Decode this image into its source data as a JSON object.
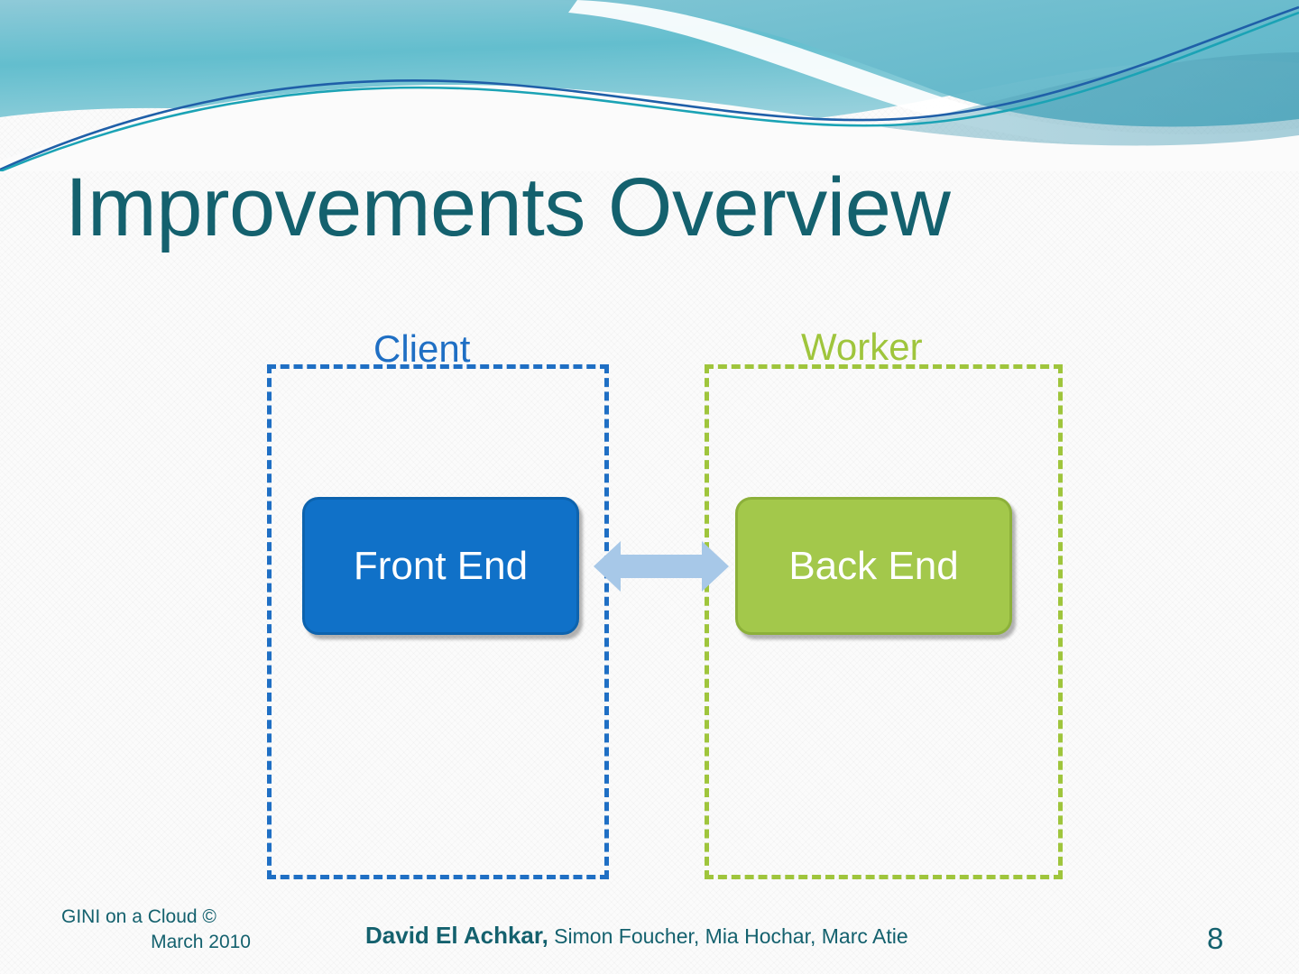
{
  "slide": {
    "title": "Improvements Overview",
    "page_number": "8",
    "title_color": "#14616e",
    "background_color": "#fbfbfb"
  },
  "diagram": {
    "zones": [
      {
        "label": "Client",
        "color": "#1f6fc4",
        "border_style": "dashed"
      },
      {
        "label": "Worker",
        "color": "#9fc53c",
        "border_style": "dashed"
      }
    ],
    "nodes": [
      {
        "label": "Front End",
        "fill": "#1071c8",
        "text_color": "#ffffff",
        "zone": "Client"
      },
      {
        "label": "Back End",
        "fill": "#a3c84b",
        "text_color": "#ffffff",
        "zone": "Worker"
      }
    ],
    "connector": {
      "name": "double-headed-arrow",
      "from": "Front End",
      "to": "Back End",
      "color": "#a7c8e8",
      "direction": "bidirectional"
    }
  },
  "footer": {
    "project_line1": "GINI on a Cloud ©",
    "project_line2": "March 2010",
    "authors_lead": "David El Achkar,",
    "authors_rest": " Simon Foucher, Mia Hochar, Marc Atie"
  },
  "banner": {
    "name": "decorative-wave-banner",
    "colors": [
      "#63bece",
      "#8cc8d6",
      "#2b9fb5",
      "#1f5fa8",
      "#1ba3b5"
    ]
  }
}
